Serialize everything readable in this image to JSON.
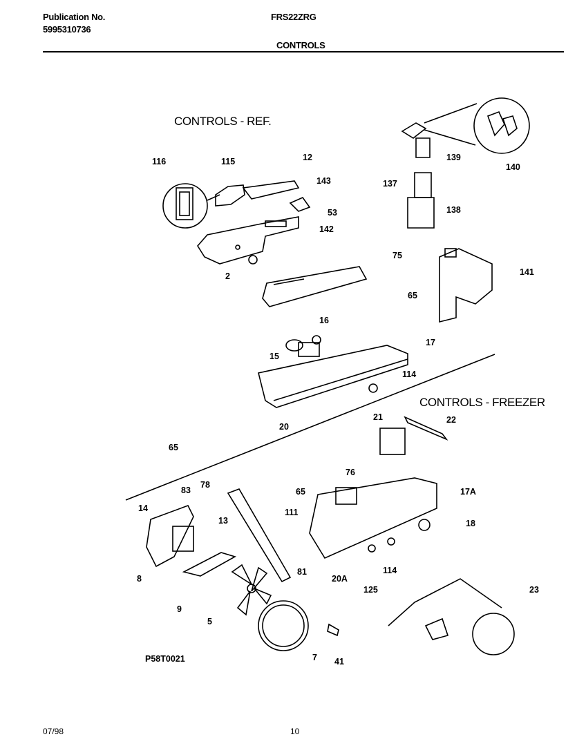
{
  "header": {
    "publication_label": "Publication No.",
    "publication_number": "5995310736",
    "model": "FRS22ZRG",
    "section": "CONTROLS"
  },
  "sections": {
    "refrigerator": "CONTROLS - REF.",
    "freezer": "CONTROLS - FREEZER"
  },
  "callouts": [
    "116",
    "115",
    "12",
    "143",
    "53",
    "142",
    "2",
    "75",
    "65",
    "139",
    "140",
    "137",
    "138",
    "141",
    "16",
    "15",
    "17",
    "114",
    "20",
    "65",
    "21",
    "22",
    "76",
    "17A",
    "18",
    "65",
    "111",
    "83",
    "78",
    "14",
    "13",
    "8",
    "81",
    "20A",
    "114",
    "125",
    "9",
    "5",
    "41",
    "7",
    "23"
  ],
  "diagram_code": "P58T0021",
  "footer": {
    "date": "07/98",
    "page": "10"
  }
}
